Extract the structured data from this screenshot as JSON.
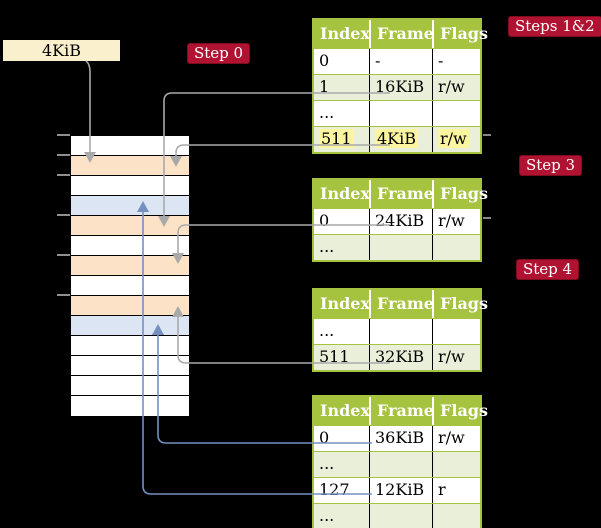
{
  "colors": {
    "background": "#000000",
    "table_header_green": "#a5c33e",
    "table_row_green": "#e9efd9",
    "memory_orange": "#fce3c7",
    "memory_blue": "#dbe5f3",
    "frame_label_cream": "#fbf0ce",
    "badge_red": "#b01232",
    "highlight_yellow": "#fbf59f",
    "connector_gray": "#a9a9a9",
    "connector_blue": "#7590c0"
  },
  "frame_label": {
    "text": "4KiB"
  },
  "badges": {
    "step0": {
      "label": "Step 0"
    },
    "steps12": {
      "label": "Steps 1&2"
    },
    "step3": {
      "label": "Step 3"
    },
    "step4": {
      "label": "Step 4"
    }
  },
  "memory": {
    "rows": [
      {
        "color": "white"
      },
      {
        "color": "orange"
      },
      {
        "color": "white"
      },
      {
        "color": "blue"
      },
      {
        "color": "orange"
      },
      {
        "color": "white"
      },
      {
        "color": "orange"
      },
      {
        "color": "white"
      },
      {
        "color": "orange"
      },
      {
        "color": "blue"
      },
      {
        "color": "white"
      },
      {
        "color": "white"
      },
      {
        "color": "white"
      },
      {
        "color": "white"
      }
    ],
    "tick_row_indexes": [
      0,
      1,
      2,
      4,
      6,
      8
    ]
  },
  "tables": [
    {
      "id": "page-table-1",
      "headers": [
        "Index",
        "Frame",
        "Flags"
      ],
      "rows": [
        {
          "cells": [
            "0",
            "-",
            "-"
          ]
        },
        {
          "cells": [
            "1",
            "16KiB",
            "r/w"
          ]
        },
        {
          "cells": [
            "...",
            "",
            ""
          ]
        },
        {
          "cells": [
            "511",
            "4KiB",
            "r/w"
          ],
          "highlight": true
        }
      ]
    },
    {
      "id": "page-table-2",
      "headers": [
        "Index",
        "Frame",
        "Flags"
      ],
      "rows": [
        {
          "cells": [
            "0",
            "24KiB",
            "r/w"
          ]
        },
        {
          "cells": [
            "...",
            "",
            ""
          ]
        }
      ]
    },
    {
      "id": "page-table-3",
      "headers": [
        "Index",
        "Frame",
        "Flags"
      ],
      "rows": [
        {
          "cells": [
            "...",
            "",
            ""
          ]
        },
        {
          "cells": [
            "511",
            "32KiB",
            "r/w"
          ]
        }
      ]
    },
    {
      "id": "page-table-4",
      "headers": [
        "Index",
        "Frame",
        "Flags"
      ],
      "rows": [
        {
          "cells": [
            "0",
            "36KiB",
            "r/w"
          ]
        },
        {
          "cells": [
            "...",
            "",
            ""
          ]
        },
        {
          "cells": [
            "127",
            "12KiB",
            "r"
          ]
        },
        {
          "cells": [
            "...",
            "",
            ""
          ]
        }
      ]
    }
  ],
  "connectors": [
    {
      "from": "frame-label-4KiB",
      "to": "memory-frame-4KiB",
      "color": "gray"
    },
    {
      "from": "table1-row-1",
      "to": "memory-frame-16KiB",
      "color": "gray"
    },
    {
      "from": "table1-row-511",
      "to": "memory-frame-4KiB",
      "color": "gray"
    },
    {
      "from": "table2-row-0",
      "to": "memory-frame-24KiB",
      "color": "gray"
    },
    {
      "from": "table3-row-511",
      "to": "memory-frame-32KiB",
      "color": "gray"
    },
    {
      "from": "table4-row-0",
      "to": "memory-frame-36KiB",
      "color": "blue"
    },
    {
      "from": "table4-row-127",
      "to": "memory-frame-12KiB",
      "color": "blue"
    }
  ]
}
